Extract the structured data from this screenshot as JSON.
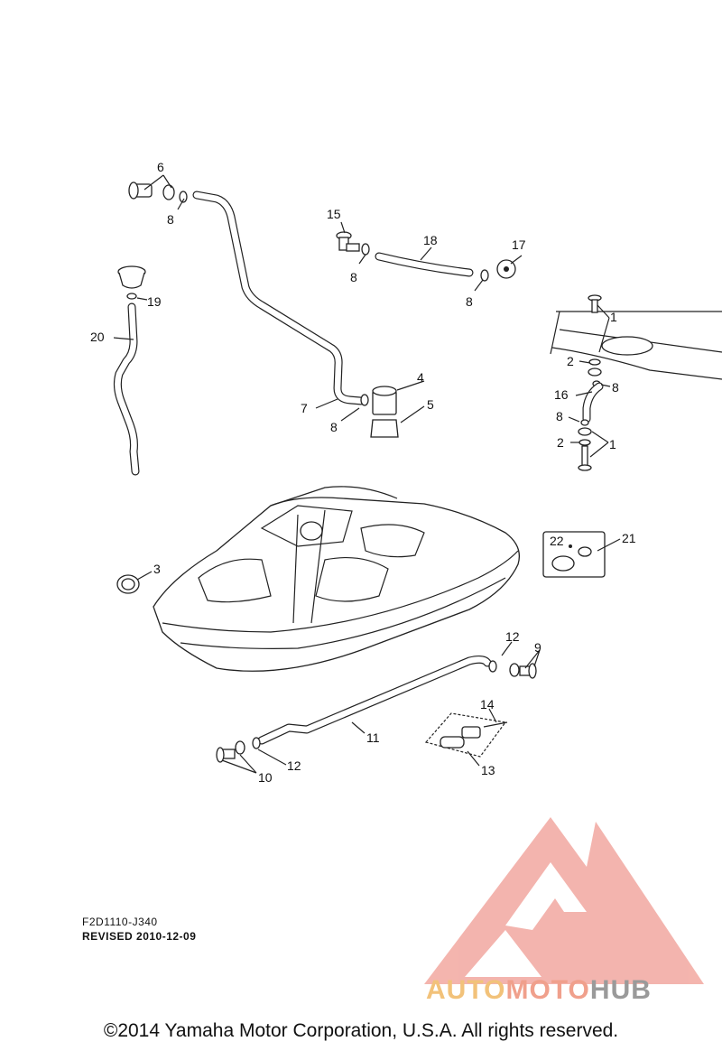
{
  "callouts": [
    "1",
    "2",
    "3",
    "4",
    "5",
    "6",
    "7",
    "8",
    "9",
    "10",
    "11",
    "12",
    "13",
    "14",
    "15",
    "16",
    "17",
    "18",
    "19",
    "20",
    "21",
    "22"
  ],
  "drawing": {
    "code": "F2D1110-J340",
    "revised": "REVISED 2010-12-09"
  },
  "watermark": {
    "part1": "AUTO",
    "part2": "MOTO",
    "part3": "HUB",
    "colors": {
      "auto": "#f2c27a",
      "moto": "#f0a08c",
      "hub": "#9a9a9a",
      "logo": "#f2a8a0"
    }
  },
  "copyright": "©2014 Yamaha Motor Corporation, U.S.A. All rights reserved."
}
